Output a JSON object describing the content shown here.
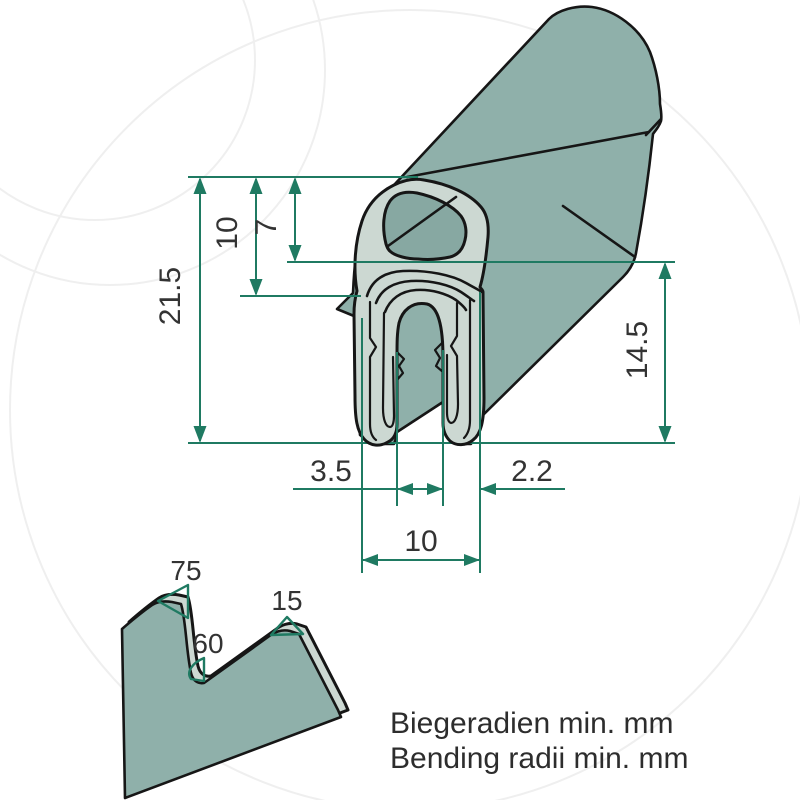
{
  "profile": {
    "dimensions": {
      "total_height": "21.5",
      "bulb_height_outer": "10",
      "bulb_height_inner": "7",
      "clamp_height": "14.5",
      "slot_width": "3.5",
      "wall_thickness": "2.2",
      "total_width": "10"
    }
  },
  "bending_diagram": {
    "radius_left": "75",
    "radius_middle": "60",
    "radius_right": "15",
    "caption_line1": "Biegeradien min. mm",
    "caption_line2": "Bending radii min. mm"
  },
  "colors": {
    "body": "#8fb0aa",
    "face": "#ccd8d2",
    "opening": "#87a8a2",
    "outline": "#161616",
    "dimension": "#1f7a62",
    "label": "#333333",
    "caption": "#2d2d2d",
    "watermark": "#efefef"
  }
}
